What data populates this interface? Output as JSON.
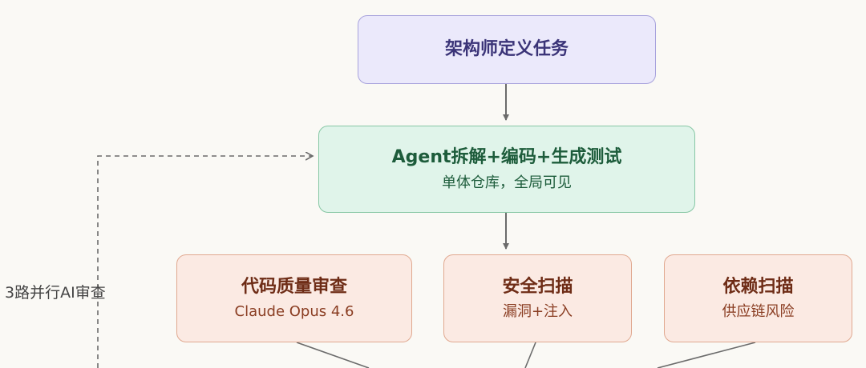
{
  "nodes": {
    "architect": {
      "title": "架构师定义任务"
    },
    "agent": {
      "title": "Agent拆解+编码+生成测试",
      "subtitle": "单体仓库，全局可见"
    },
    "review_quality": {
      "title": "代码质量审查",
      "subtitle": "Claude Opus 4.6"
    },
    "review_security": {
      "title": "安全扫描",
      "subtitle": "漏洞+注入"
    },
    "review_dependency": {
      "title": "依赖扫描",
      "subtitle": "供应链风险"
    }
  },
  "loop_label": "3路并行AI审查",
  "colors": {
    "purple_fill": "#ebe9fb",
    "purple_border": "#a7a2dc",
    "green_fill": "#e0f4ea",
    "green_border": "#86c7a4",
    "orange_fill": "#fbeae3",
    "orange_border": "#e0a88f",
    "arrow": "#6b6b6b"
  }
}
